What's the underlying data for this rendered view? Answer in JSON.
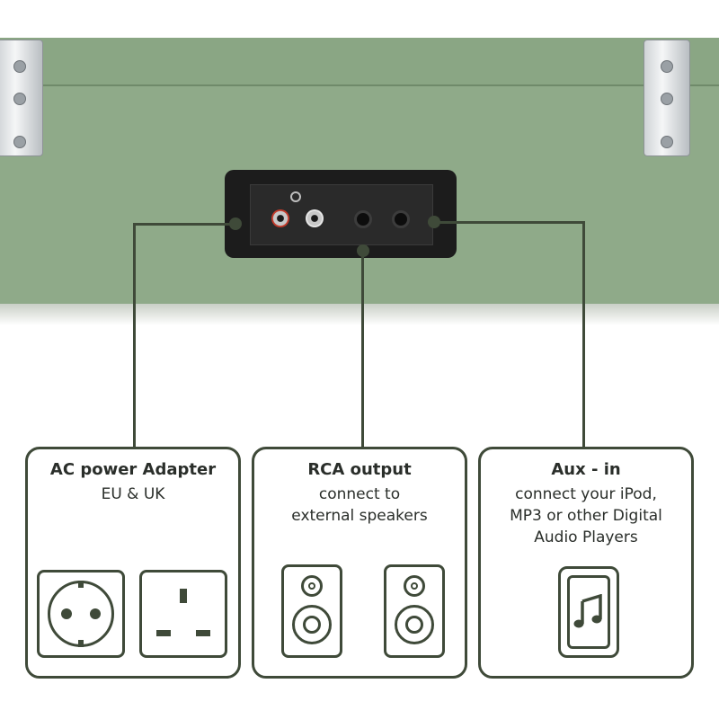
{
  "cards": [
    {
      "title": "AC power Adapter",
      "subtitle": "EU & UK"
    },
    {
      "title": "RCA output",
      "subtitle": "connect to\nexternal speakers"
    },
    {
      "title": "Aux - in",
      "subtitle": "connect your iPod,\nMP3 or other Digital\nAudio Players"
    }
  ],
  "colors": {
    "case_green": "#8faa89",
    "line_dark_green": "#3f4a39",
    "panel_black": "#1c1c1c"
  },
  "icons": {
    "card1": [
      "eu-plug-socket-icon",
      "uk-plug-socket-icon"
    ],
    "card2": [
      "speaker-icon",
      "speaker-icon"
    ],
    "card3": [
      "music-device-icon"
    ]
  }
}
